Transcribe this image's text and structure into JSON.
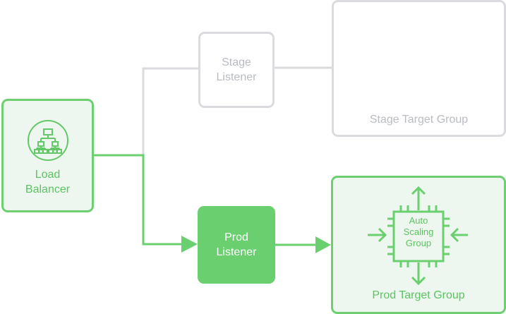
{
  "nodes": {
    "load_balancer": {
      "label": "Load\nBalancer"
    },
    "stage_listener": {
      "label": "Stage\nListener"
    },
    "stage_target_group": {
      "label": "Stage Target Group"
    },
    "prod_listener": {
      "label": "Prod\nListener"
    },
    "prod_target_group": {
      "label": "Prod Target Group"
    },
    "auto_scaling_group": {
      "label": "Auto\nScaling\nGroup"
    }
  },
  "edges": [
    {
      "from": "load_balancer",
      "to": "stage_listener",
      "active": false
    },
    {
      "from": "stage_listener",
      "to": "stage_target_group",
      "active": false
    },
    {
      "from": "load_balancer",
      "to": "prod_listener",
      "active": true
    },
    {
      "from": "prod_listener",
      "to": "prod_target_group",
      "active": true
    }
  ],
  "icons": {
    "load_balancer": "network-hierarchy-icon",
    "auto_scaling_group": "chip-with-arrows-icon"
  },
  "colors": {
    "active_green": "#6acf6e",
    "active_bg": "#eef7ef",
    "inactive_gray": "#d9dbdf",
    "inactive_text": "#b8bcc2"
  }
}
